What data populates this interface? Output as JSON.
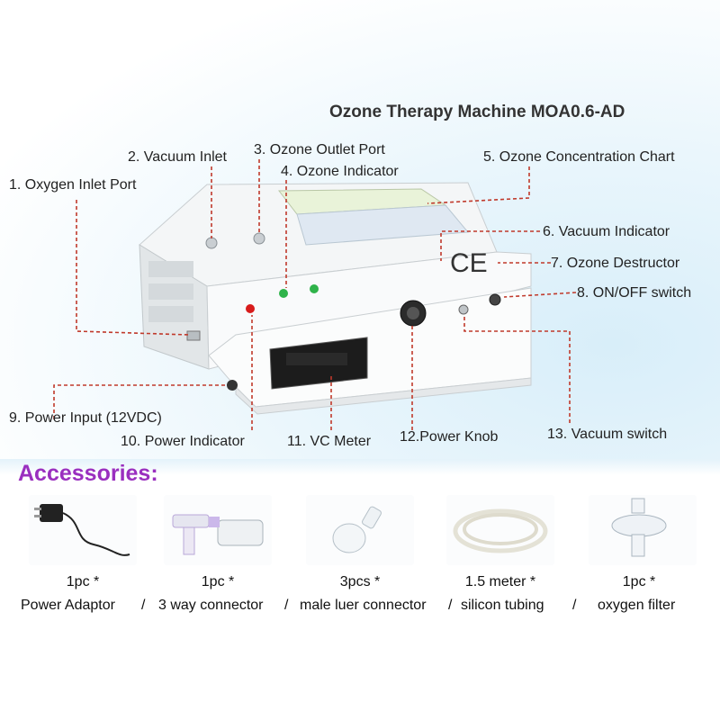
{
  "title": "Ozone Therapy Machine MOA0.6-AD",
  "labels": {
    "l1": "1. Oxygen Inlet Port",
    "l2": "2. Vacuum Inlet",
    "l3": "3. Ozone Outlet Port",
    "l4": "4.  Ozone Indicator",
    "l5": "5. Ozone Concentration Chart",
    "l6": "6. Vacuum Indicator",
    "l7": "7. Ozone Destructor",
    "l8": "8. ON/OFF switch",
    "l9": "9. Power Input (12VDC)",
    "l10": "10.  Power Indicator",
    "l11": "11.  VC Meter",
    "l12": "12.Power Knob",
    "l13": "13.  Vacuum switch"
  },
  "device": {
    "ce_mark": "CE"
  },
  "accessories": {
    "title": "Accessories:",
    "items": [
      {
        "qty": "1pc *",
        "name": "Power Adaptor"
      },
      {
        "qty": "1pc *",
        "name": "3 way connector"
      },
      {
        "qty": "3pcs *",
        "name": "male luer connector"
      },
      {
        "qty": "1.5 meter *",
        "name": "silicon tubing"
      },
      {
        "qty": "1pc *",
        "name": "oxygen filter"
      }
    ],
    "separator": "/"
  },
  "colors": {
    "leader_line": "#c0392b",
    "accent_title": "#9a2fbf",
    "indicator_red": "#d81b1b",
    "indicator_green": "#2fb34a"
  }
}
